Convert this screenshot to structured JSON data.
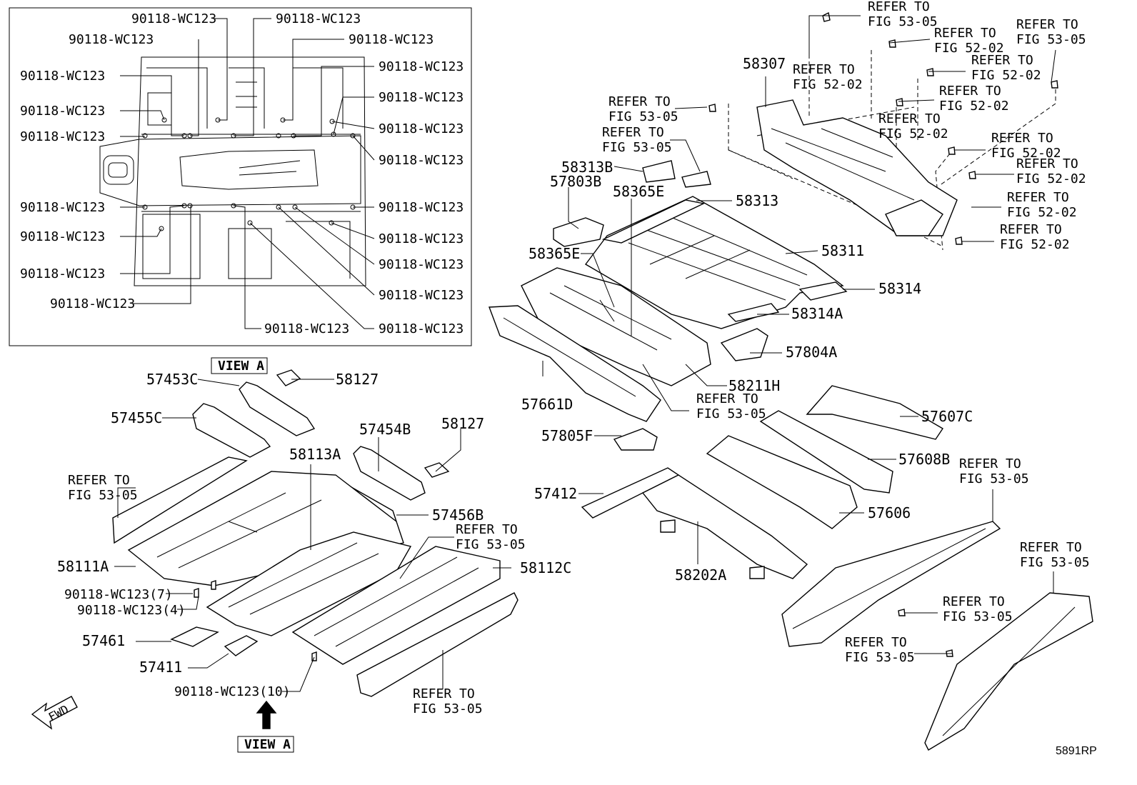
{
  "inset": {
    "clip_labels": [
      "90118-WC123",
      "90118-WC123",
      "90118-WC123",
      "90118-WC123",
      "90118-WC123",
      "90118-WC123",
      "90118-WC123",
      "90118-WC123",
      "90118-WC123",
      "90118-WC123",
      "90118-WC123",
      "90118-WC123",
      "90118-WC123",
      "90118-WC123",
      "90118-WC123",
      "90118-WC123",
      "90118-WC123",
      "90118-WC123",
      "90118-WC123",
      "90118-WC123",
      "90118-WC123"
    ]
  },
  "view_a_top": "VIEW A",
  "view_a_bottom": "VIEW A",
  "fwd": "FWD",
  "drawing_code": "5891RP",
  "refer": {
    "r1a": "REFER TO",
    "r1b": "FIG 53-05",
    "r2a": "REFER TO",
    "r2b": "FIG 52-02",
    "r3a": "REFER TO",
    "r3b": "FIG 53-05",
    "r4a": "REFER TO",
    "r4b": "FIG 52-02",
    "r5a": "REFER TO",
    "r5b": "FIG 52-02",
    "r6a": "REFER TO",
    "r6b": "FIG 52-02",
    "r7a": "REFER TO",
    "r7b": "FIG 52-02",
    "r8a": "REFER TO",
    "r8b": "FIG 52-02",
    "r9a": "REFER TO",
    "r9b": "FIG 52-02",
    "r10a": "REFER TO",
    "r10b": "FIG 52-02",
    "r11a": "REFER TO",
    "r11b": "FIG 52-02",
    "r12a": "REFER TO",
    "r12b": "FIG 53-05",
    "r13a": "REFER TO",
    "r13b": "FIG 53-05",
    "r14a": "REFER TO",
    "r14b": "FIG 53-05",
    "r15a": "REFER TO",
    "r15b": "FIG 53-05",
    "r16a": "REFER TO",
    "r16b": "FIG 53-05",
    "r17a": "REFER TO",
    "r17b": "FIG 53-05",
    "r18a": "REFER TO",
    "r18b": "FIG 53-05",
    "r19a": "REFER TO",
    "r19b": "FIG 53-05",
    "r20a": "REFER TO",
    "r20b": "FIG 53-05"
  },
  "parts": {
    "p58307": "58307",
    "p58313B": "58313B",
    "p57803B": "57803B",
    "p58365E_a": "58365E",
    "p58313": "58313",
    "p58311": "58311",
    "p58365E_b": "58365E",
    "p58314": "58314",
    "p58314A": "58314A",
    "p57804A": "57804A",
    "p58211H": "58211H",
    "p57661D": "57661D",
    "p57607C": "57607C",
    "p57608B": "57608B",
    "p57805F": "57805F",
    "p57412": "57412",
    "p57606": "57606",
    "p58202A": "58202A",
    "p57453C": "57453C",
    "p58127a": "58127",
    "p57455C": "57455C",
    "p57454B": "57454B",
    "p58127b": "58127",
    "p58113A": "58113A",
    "p57456B": "57456B",
    "p58111A": "58111A",
    "p58112C": "58112C",
    "p_clip7": "90118-WC123(7)",
    "p_clip4": "90118-WC123(4)",
    "p57461": "57461",
    "p57411": "57411",
    "p_clip10": "90118-WC123(10)"
  }
}
